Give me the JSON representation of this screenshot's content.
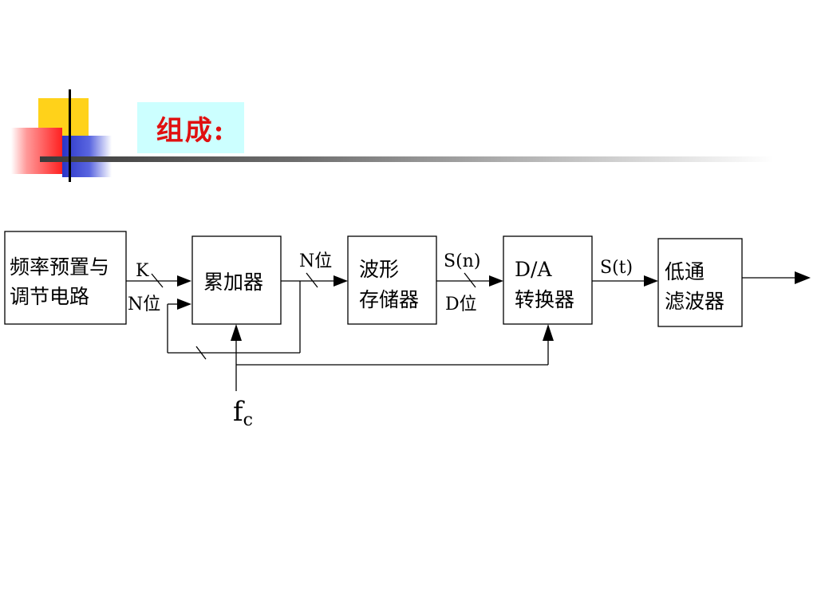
{
  "slide": {
    "title": "组成:"
  },
  "blocks": {
    "freq_preset": {
      "line1": "频率预置与",
      "line2": "调节电路"
    },
    "accumulator": {
      "line1": "累加器"
    },
    "waveform_memory": {
      "line1": "波形",
      "line2": "存储器"
    },
    "da_converter": {
      "line1": "D/A",
      "line2": "转换器"
    },
    "lowpass_filter": {
      "line1": "低通",
      "line2": "滤波器"
    }
  },
  "labels": {
    "k": "K",
    "n_bits_in": "N位",
    "n_bits_out": "N位",
    "s_n": "S(n)",
    "d_bits": "D位",
    "s_t": "S(t)",
    "fc_main": "f",
    "fc_sub": "c"
  }
}
